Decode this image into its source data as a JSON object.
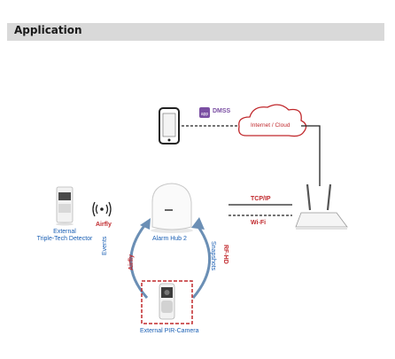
{
  "section": {
    "title": "Application"
  },
  "labels": {
    "app": "DMSS",
    "cloud": "Internet / Cloud",
    "tcpip": "TCP/IP",
    "wifi": "Wi-Fi",
    "airfly_left": "Airfly",
    "hub": "Alarm Hub 2",
    "detector_line1": "External",
    "detector_line2": "Triple-Tech Detector",
    "events": "Events",
    "airfly_down": "Airfly",
    "snapshots": "Snapshots",
    "rfhd": "RF-HD",
    "camera": "External PIR-Camera",
    "app_icon": "app"
  },
  "colors": {
    "accent_red": "#c0282c",
    "link_blue": "#1a5fb4",
    "dmss_purple": "#7b4fa3",
    "header_bg": "#d9d9d9"
  },
  "icons": [
    "phone-icon",
    "app-icon",
    "cloud-icon",
    "router-icon",
    "wireless-signal-icon",
    "hub-icon",
    "detector-icon",
    "camera-icon"
  ]
}
